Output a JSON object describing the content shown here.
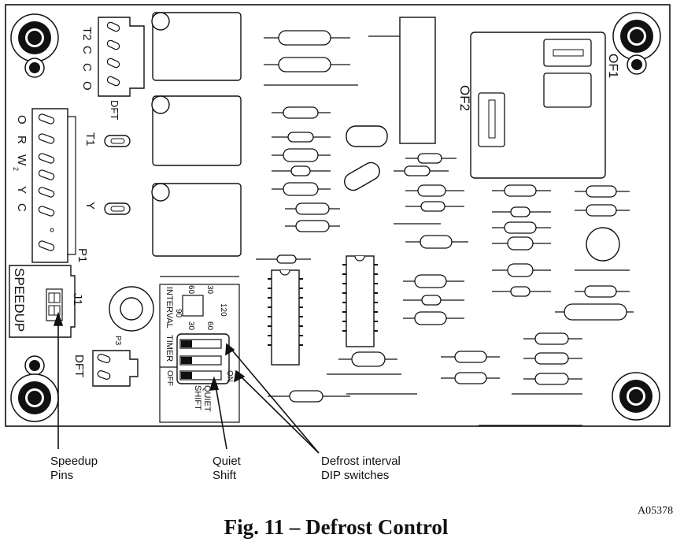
{
  "figure": {
    "caption": "Fig. 11 – Defrost Control",
    "reference_code": "A05378"
  },
  "board": {
    "terminals_top": [
      "T2",
      "C",
      "C",
      "O"
    ],
    "dft_top_label": "DFT",
    "terminals_left": [
      "O",
      "R",
      "W",
      "2",
      "Y",
      "C"
    ],
    "p1_label": "P1",
    "t1_label": "T1",
    "y_label": "Y",
    "speedup_label": "SPEEDUP",
    "j1_label": "J1",
    "p3_label": "P3",
    "dft_bottom_label": "DFT",
    "of1_label": "OF1",
    "of2_label": "OF2",
    "interval_label": "INTERVAL",
    "timer_label": "TIMER",
    "interval_values": [
      "90",
      "60",
      "30",
      "120",
      "30",
      "60"
    ],
    "off_label": "OFF",
    "on_label": "ON",
    "quiet_label": "QUIET",
    "shift_label": "SHIFT"
  },
  "callouts": [
    {
      "line1": "Speedup",
      "line2": "Pins"
    },
    {
      "line1": "Quiet",
      "line2": "Shift"
    },
    {
      "line1": "Defrost interval",
      "line2": "DIP switches"
    }
  ]
}
